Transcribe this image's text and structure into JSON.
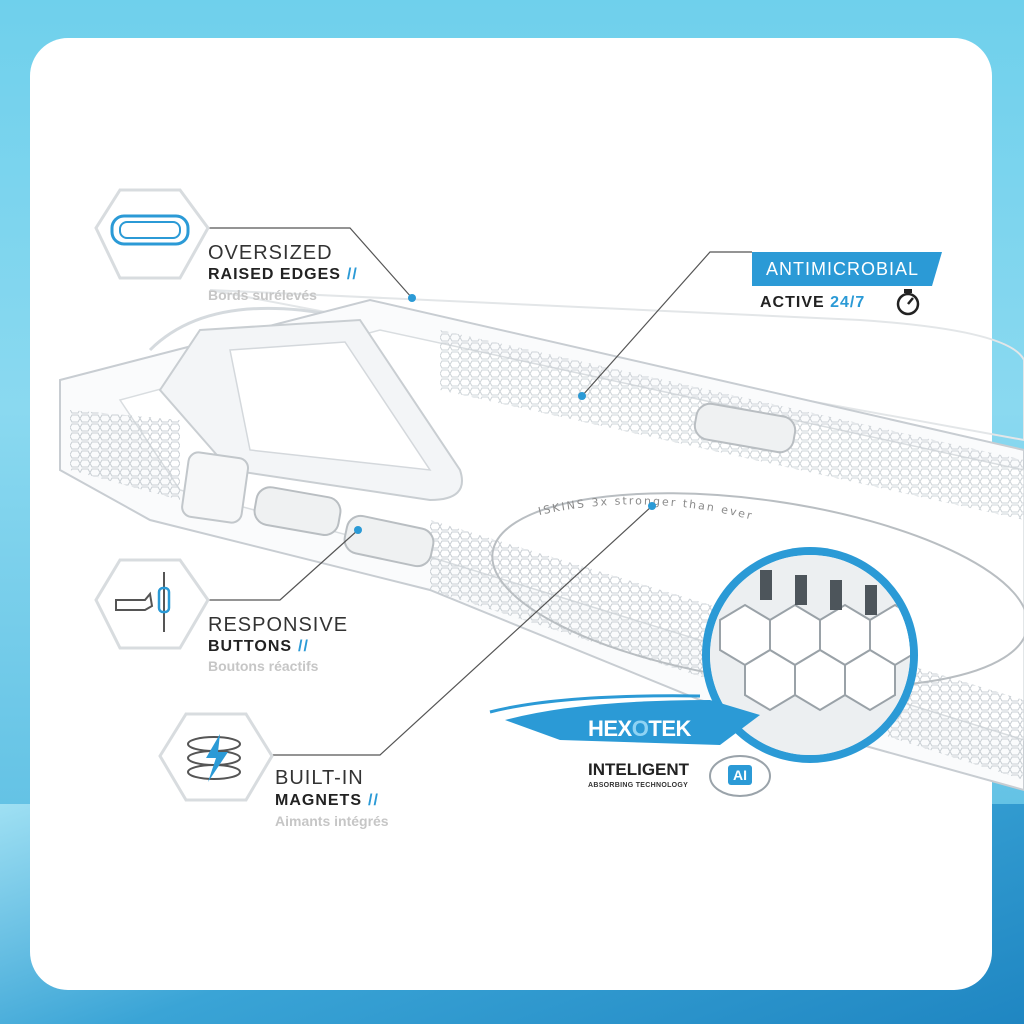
{
  "features": {
    "edges": {
      "title": "OVERSIZED",
      "bold": "RAISED EDGES",
      "slash": "//",
      "sub": "Bords surélevés",
      "icon": "raised-edge-icon"
    },
    "buttons": {
      "title": "RESPONSIVE",
      "bold": "BUTTONS",
      "slash": "//",
      "sub": "Boutons réactifs",
      "icon": "hand-press-button-icon"
    },
    "magnets": {
      "title": "BUILT-IN",
      "bold": "MAGNETS",
      "slash": "//",
      "sub": "Aimants intégrés",
      "icon": "magnet-lightning-icon"
    }
  },
  "antimicrobial": {
    "label": "ANTIMICROBIAL",
    "active": "ACTIVE",
    "active_num": "24/7",
    "icon": "stopwatch-icon"
  },
  "hexotek": {
    "hexo": "HEX",
    "o": "O",
    "tek": "TEK",
    "intelligent": "INTELIGENT",
    "ai": "AI",
    "absorbing": "ABSORBING TECHNOLOGY",
    "icon": "ai-brain-icon"
  },
  "case_ring": {
    "brand": "ISKINS",
    "text": "3x stronger than ever"
  },
  "colors": {
    "accent": "#2b9ad6",
    "sky": "#6fd0ec",
    "text": "#222222",
    "muted": "#c6c6c6"
  }
}
